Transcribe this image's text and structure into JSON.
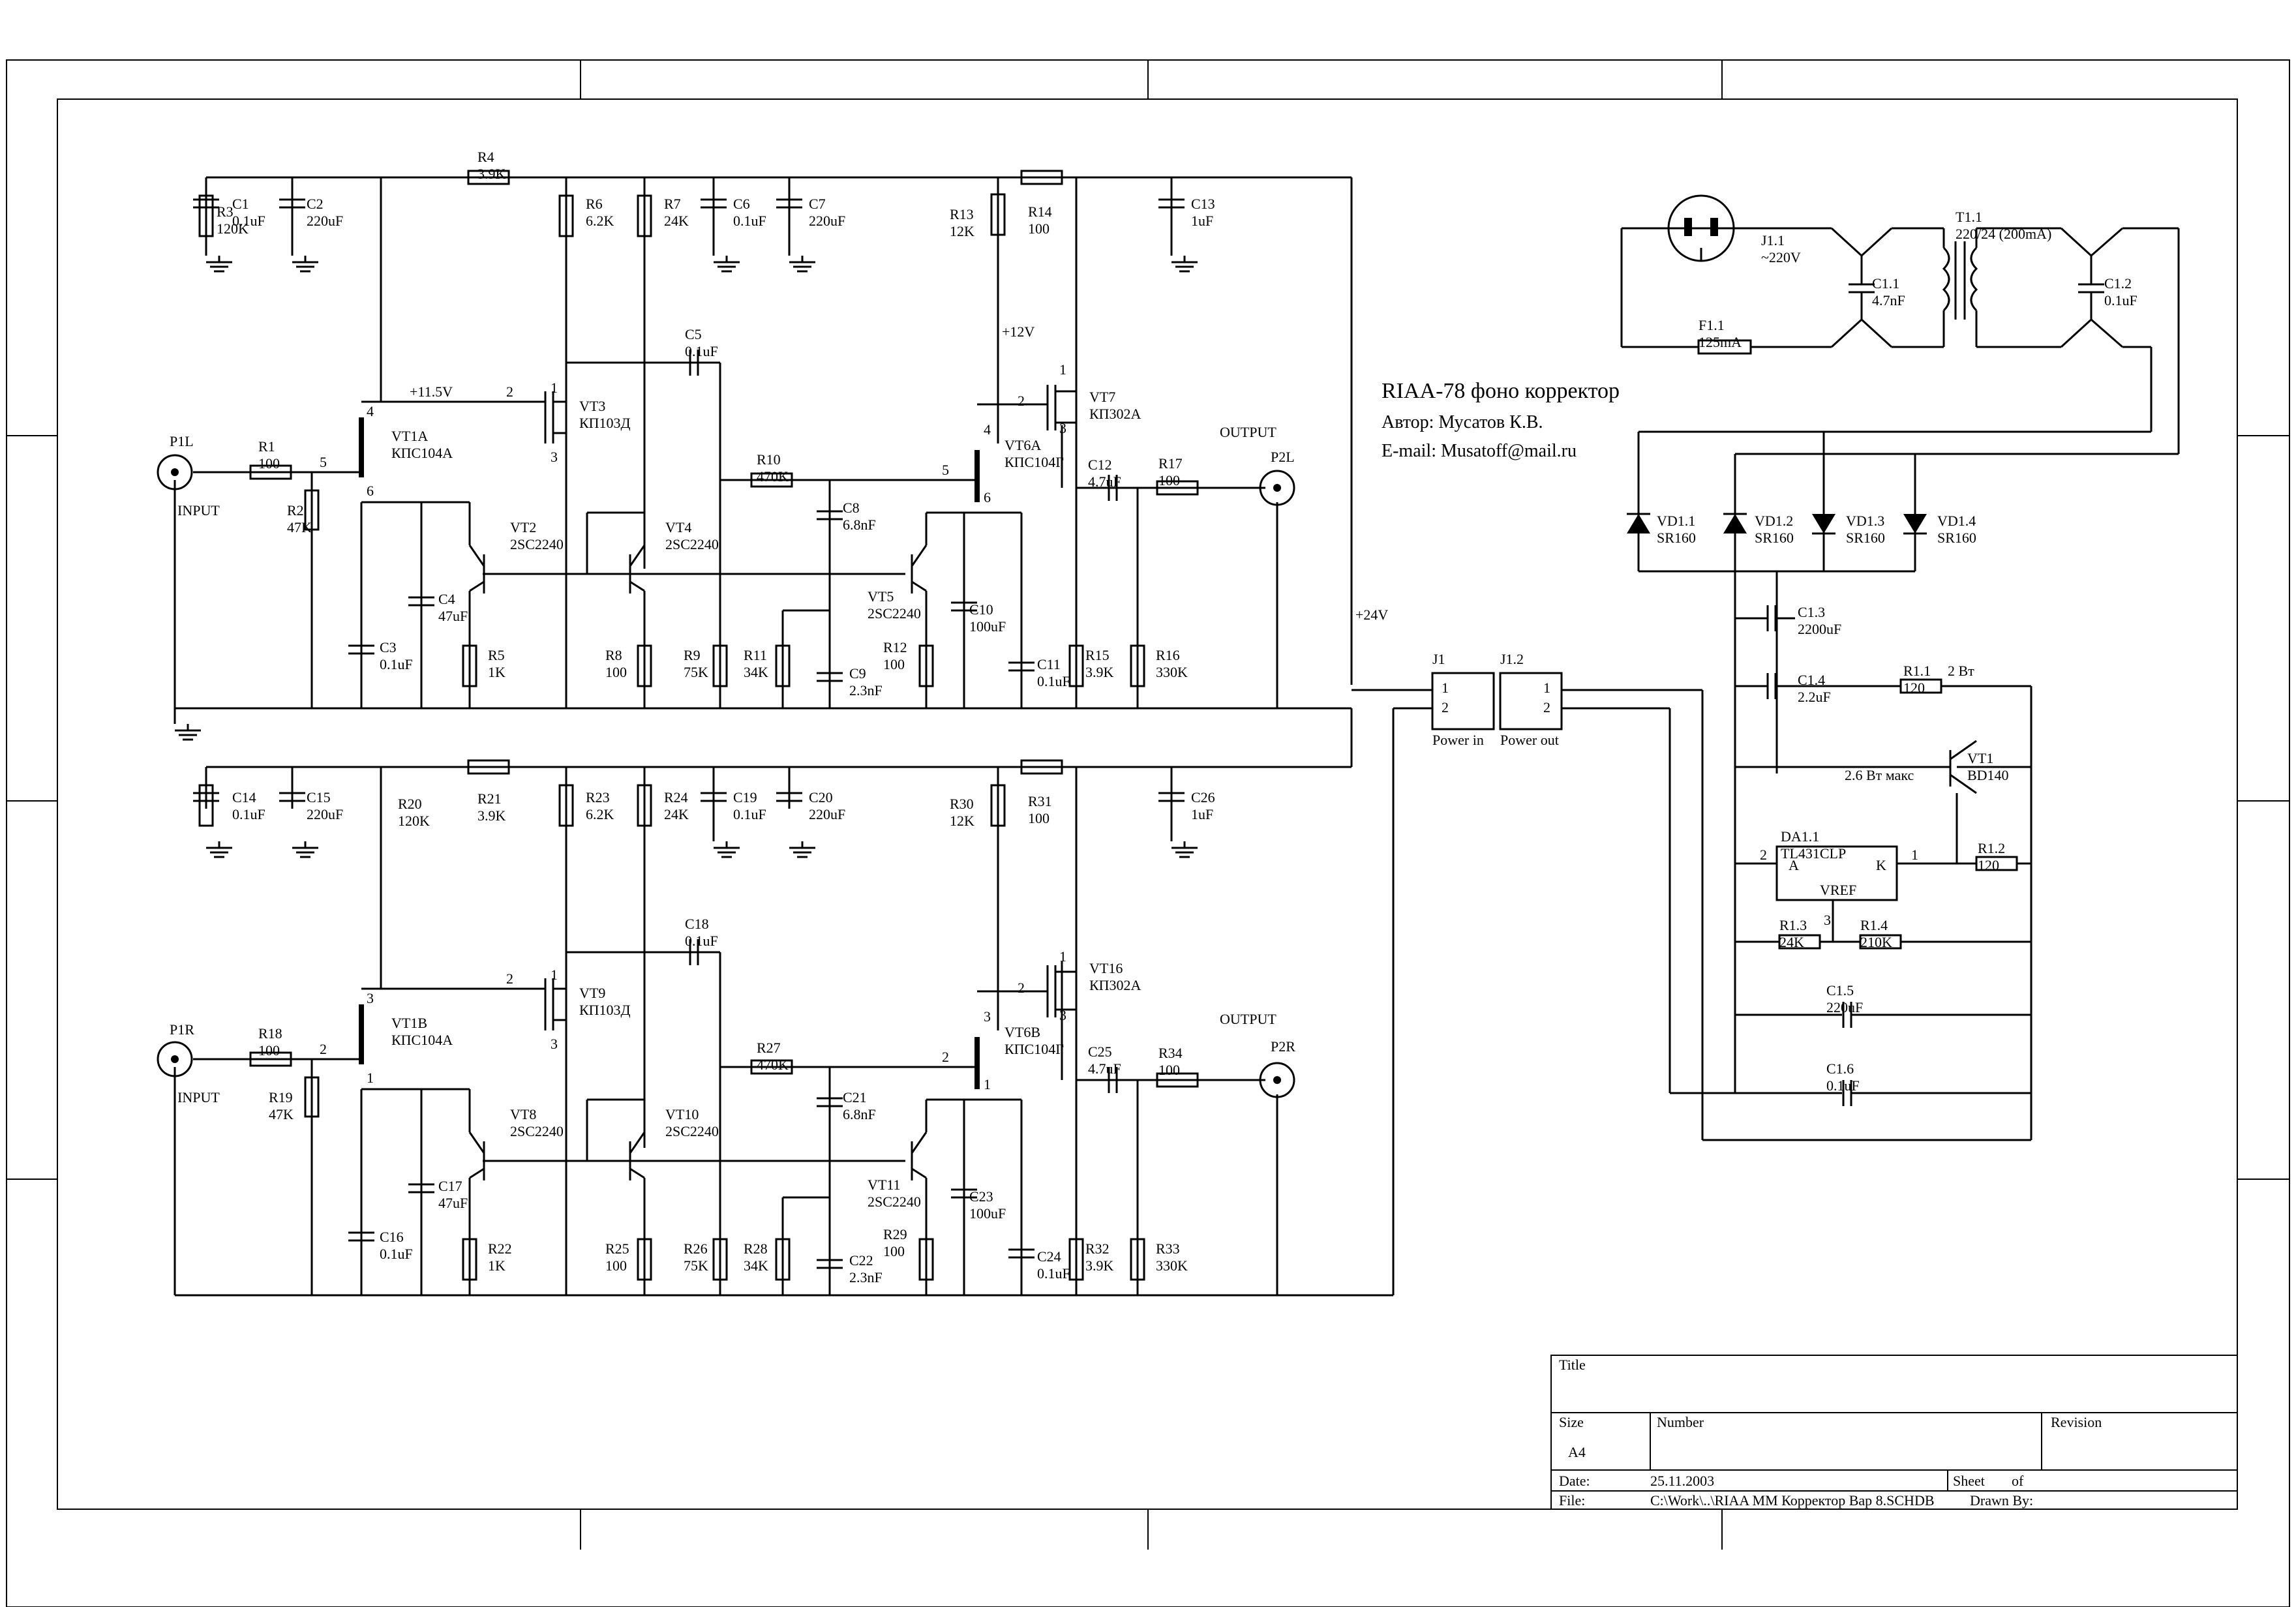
{
  "title": {
    "main": "RIAA-78 фоно корректор",
    "author": "Автор: Мусатов К.В.",
    "email": "E-mail: Musatoff@mail.ru"
  },
  "titleblock": {
    "title_label": "Title",
    "size_label": "Size",
    "size_value": "A4",
    "number_label": "Number",
    "revision_label": "Revision",
    "date_label": "Date:",
    "date_value": "25.11.2003",
    "sheet_label": "Sheet",
    "of_label": "of",
    "file_label": "File:",
    "file_value": "C:\\Work\\..\\RIAA MM Корректор Вар 8.SCHDB",
    "drawn_label": "Drawn By:"
  },
  "rails": {
    "plus24": "+24V",
    "plus12": "+12V",
    "plus115": "+11.5V"
  },
  "ports": {
    "p1l": "P1L",
    "p1r": "P1R",
    "p2l": "P2L",
    "p2r": "P2R",
    "input": "INPUT",
    "output": "OUTPUT"
  },
  "connectors": {
    "j1": "J1",
    "j12": "J1.2",
    "power_in": "Power in",
    "power_out": "Power out",
    "pin1": "1",
    "pin2": "2"
  },
  "left_channel": [
    {
      "ref": "C1",
      "val": "0.1uF"
    },
    {
      "ref": "C2",
      "val": "220uF"
    },
    {
      "ref": "R3",
      "val": "120K"
    },
    {
      "ref": "R4",
      "val": "3.9K"
    },
    {
      "ref": "R6",
      "val": "6.2K"
    },
    {
      "ref": "R7",
      "val": "24K"
    },
    {
      "ref": "C6",
      "val": "0.1uF"
    },
    {
      "ref": "C7",
      "val": "220uF"
    },
    {
      "ref": "R13",
      "val": "12K"
    },
    {
      "ref": "R14",
      "val": "100"
    },
    {
      "ref": "C13",
      "val": "1uF"
    },
    {
      "ref": "C5",
      "val": "0.1uF"
    },
    {
      "ref": "VT1A",
      "val": "КПС104А"
    },
    {
      "ref": "VT3",
      "val": "КП103Д"
    },
    {
      "ref": "VT7",
      "val": "КП302А"
    },
    {
      "ref": "VT6A",
      "val": "КПС104Г"
    },
    {
      "ref": "R1",
      "val": "100"
    },
    {
      "ref": "R2",
      "val": "47K"
    },
    {
      "ref": "R10",
      "val": "470K"
    },
    {
      "ref": "C8",
      "val": "6.8nF"
    },
    {
      "ref": "C12",
      "val": "4.7uF"
    },
    {
      "ref": "R17",
      "val": "100"
    },
    {
      "ref": "VT2",
      "val": "2SC2240"
    },
    {
      "ref": "VT4",
      "val": "2SC2240"
    },
    {
      "ref": "VT5",
      "val": "2SC2240"
    },
    {
      "ref": "C4",
      "val": "47uF"
    },
    {
      "ref": "C3",
      "val": "0.1uF"
    },
    {
      "ref": "R5",
      "val": "1K"
    },
    {
      "ref": "R8",
      "val": "100"
    },
    {
      "ref": "R9",
      "val": "75K"
    },
    {
      "ref": "R11",
      "val": "34K"
    },
    {
      "ref": "C9",
      "val": "2.3nF"
    },
    {
      "ref": "R12",
      "val": "100"
    },
    {
      "ref": "C10",
      "val": "100uF"
    },
    {
      "ref": "C11",
      "val": "0.1uF"
    },
    {
      "ref": "R15",
      "val": "3.9K"
    },
    {
      "ref": "R16",
      "val": "330K"
    }
  ],
  "right_channel": [
    {
      "ref": "C14",
      "val": "0.1uF"
    },
    {
      "ref": "C15",
      "val": "220uF"
    },
    {
      "ref": "R20",
      "val": "120K"
    },
    {
      "ref": "R21",
      "val": "3.9K"
    },
    {
      "ref": "R23",
      "val": "6.2K"
    },
    {
      "ref": "R24",
      "val": "24K"
    },
    {
      "ref": "C19",
      "val": "0.1uF"
    },
    {
      "ref": "C20",
      "val": "220uF"
    },
    {
      "ref": "R30",
      "val": "12K"
    },
    {
      "ref": "R31",
      "val": "100"
    },
    {
      "ref": "C26",
      "val": "1uF"
    },
    {
      "ref": "C18",
      "val": "0.1uF"
    },
    {
      "ref": "VT1B",
      "val": "КПС104А"
    },
    {
      "ref": "VT9",
      "val": "КП103Д"
    },
    {
      "ref": "VT16",
      "val": "КП302А"
    },
    {
      "ref": "VT6B",
      "val": "КПС104Г"
    },
    {
      "ref": "R18",
      "val": "100"
    },
    {
      "ref": "R19",
      "val": "47K"
    },
    {
      "ref": "R27",
      "val": "470K"
    },
    {
      "ref": "C21",
      "val": "6.8nF"
    },
    {
      "ref": "C25",
      "val": "4.7uF"
    },
    {
      "ref": "R34",
      "val": "100"
    },
    {
      "ref": "VT8",
      "val": "2SC2240"
    },
    {
      "ref": "VT10",
      "val": "2SC2240"
    },
    {
      "ref": "VT11",
      "val": "2SC2240"
    },
    {
      "ref": "C17",
      "val": "47uF"
    },
    {
      "ref": "C16",
      "val": "0.1uF"
    },
    {
      "ref": "R22",
      "val": "1K"
    },
    {
      "ref": "R25",
      "val": "100"
    },
    {
      "ref": "R26",
      "val": "75K"
    },
    {
      "ref": "R28",
      "val": "34K"
    },
    {
      "ref": "C22",
      "val": "2.3nF"
    },
    {
      "ref": "R29",
      "val": "100"
    },
    {
      "ref": "C23",
      "val": "100uF"
    },
    {
      "ref": "C24",
      "val": "0.1uF"
    },
    {
      "ref": "R32",
      "val": "3.9K"
    },
    {
      "ref": "R33",
      "val": "330K"
    }
  ],
  "power_supply": [
    {
      "ref": "J1.1",
      "val": "~220V"
    },
    {
      "ref": "F1.1",
      "val": "125mA"
    },
    {
      "ref": "C1.1",
      "val": "4.7nF"
    },
    {
      "ref": "T1.1",
      "val": "220/24 (200mA)"
    },
    {
      "ref": "C1.2",
      "val": "0.1uF"
    },
    {
      "ref": "VD1.1",
      "val": "SR160"
    },
    {
      "ref": "VD1.2",
      "val": "SR160"
    },
    {
      "ref": "VD1.3",
      "val": "SR160"
    },
    {
      "ref": "VD1.4",
      "val": "SR160"
    },
    {
      "ref": "C1.3",
      "val": "2200uF"
    },
    {
      "ref": "C1.4",
      "val": "2.2uF"
    },
    {
      "ref": "R1.1",
      "val": "120"
    },
    {
      "ref": "VT1",
      "val": "BD140"
    },
    {
      "ref": "DA1.1",
      "val": "TL431CLP"
    },
    {
      "ref": "R1.2",
      "val": "120"
    },
    {
      "ref": "R1.3",
      "val": "24K"
    },
    {
      "ref": "R1.4",
      "val": "210K"
    },
    {
      "ref": "C1.5",
      "val": "220uF"
    },
    {
      "ref": "C1.6",
      "val": "0.1uF"
    }
  ],
  "ps_notes": {
    "r11_power": "2 Вт",
    "vt1_power": "2.6 Вт макс",
    "da_a": "A",
    "da_k": "K",
    "da_vref": "VREF",
    "pin_1": "1",
    "pin_2": "2",
    "pin_3": "3"
  },
  "pins": {
    "p1": "1",
    "p2": "2",
    "p3": "3",
    "p4": "4",
    "p5": "5",
    "p6": "6"
  }
}
